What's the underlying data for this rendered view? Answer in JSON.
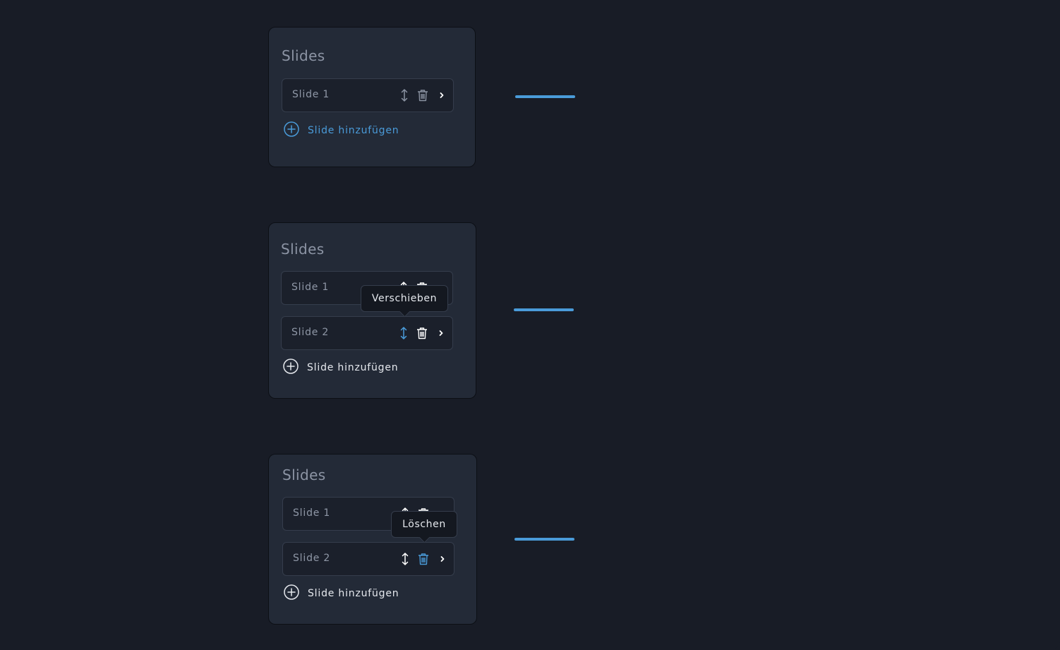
{
  "colors": {
    "background": "#181c26",
    "panel": "#232a37",
    "row": "#1b202b",
    "accent": "#4a9bd9",
    "icon_default": "#8a92a1",
    "icon_white": "#ffffff",
    "add_white": "#e6e9ee"
  },
  "states": [
    {
      "title": "Slides",
      "slides": [
        {
          "label": "Slide 1",
          "move_icon": "move-vertical-icon",
          "delete_icon": "trash-icon",
          "open_icon": "chevron-right-icon"
        }
      ],
      "add": {
        "label": "Slide hinzufügen",
        "icon": "plus-circle-icon",
        "state": "hover"
      },
      "tooltip": null
    },
    {
      "title": "Slides",
      "slides": [
        {
          "label": "Slide 1",
          "move_icon": "move-vertical-icon",
          "delete_icon": "trash-icon",
          "open_icon": "chevron-right-icon"
        },
        {
          "label": "Slide 2",
          "move_icon": "move-vertical-icon",
          "delete_icon": "trash-icon",
          "open_icon": "chevron-right-icon"
        }
      ],
      "add": {
        "label": "Slide hinzufügen",
        "icon": "plus-circle-icon",
        "state": "default"
      },
      "tooltip": {
        "label": "Verschieben",
        "target": "move"
      }
    },
    {
      "title": "Slides",
      "slides": [
        {
          "label": "Slide 1",
          "move_icon": "move-vertical-icon",
          "delete_icon": "trash-icon",
          "open_icon": "chevron-right-icon"
        },
        {
          "label": "Slide 2",
          "move_icon": "move-vertical-icon",
          "delete_icon": "trash-icon",
          "open_icon": "chevron-right-icon"
        }
      ],
      "add": {
        "label": "Slide hinzufügen",
        "icon": "plus-circle-icon",
        "state": "default"
      },
      "tooltip": {
        "label": "Löschen",
        "target": "delete"
      }
    }
  ]
}
